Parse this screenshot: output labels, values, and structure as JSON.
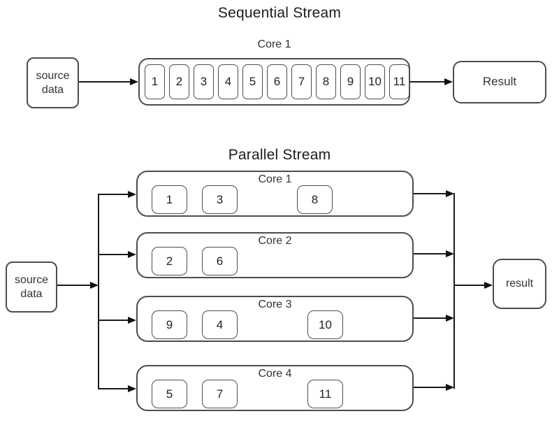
{
  "sequential": {
    "title": "Sequential Stream",
    "core_label": "Core 1",
    "source": {
      "line1": "source",
      "line2": "data"
    },
    "items": [
      "1",
      "2",
      "3",
      "4",
      "5",
      "6",
      "7",
      "8",
      "9",
      "10",
      "11"
    ],
    "result_label": "Result"
  },
  "parallel": {
    "title": "Parallel Stream",
    "source": {
      "line1": "source",
      "line2": "data"
    },
    "cores": [
      {
        "label": "Core 1",
        "items": [
          "1",
          "3",
          "8"
        ]
      },
      {
        "label": "Core 2",
        "items": [
          "2",
          "6"
        ]
      },
      {
        "label": "Core 3",
        "items": [
          "9",
          "4",
          "10"
        ]
      },
      {
        "label": "Core 4",
        "items": [
          "5",
          "7",
          "11"
        ]
      }
    ],
    "result_label": "result"
  },
  "colors": {
    "background": "#ffffff",
    "box_border": "#4d4d4d",
    "arrow_line": "#1a1a1a",
    "text": "#333333"
  }
}
